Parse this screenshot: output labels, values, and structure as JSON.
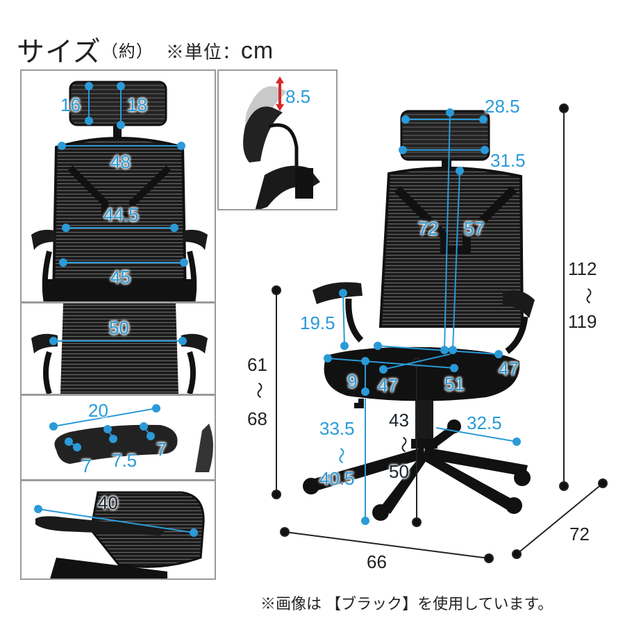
{
  "title": {
    "main": "サイズ",
    "approx": "（約）",
    "unit_prefix": "※単位：",
    "unit": "cm"
  },
  "panels": {
    "front": {
      "headrest_h_left": "16",
      "headrest_h_right": "18",
      "back_width_top": "48",
      "back_width_mid": "44.5",
      "back_width_bottom": "45"
    },
    "headrest_adjust": {
      "lift": "8.5"
    },
    "armrest_width": {
      "value": "50"
    },
    "armpad": {
      "length": "20",
      "w1": "7",
      "w2": "7.5",
      "w3": "7"
    },
    "armrest_depth": {
      "value": "40"
    }
  },
  "main": {
    "headrest_width_top": "28.5",
    "headrest_width_bottom": "31.5",
    "back_height_outer": "72",
    "back_height_inner": "57",
    "arm_height": "19.5",
    "seat_height_min": "61",
    "seat_height_max": "68",
    "seat_thickness": "9",
    "seat_depth": "47",
    "seat_width": "51",
    "seat_width_front": "47",
    "seat_floor_min": "33.5",
    "seat_floor_max": "40.5",
    "seat_to_floor_min": "43",
    "seat_to_floor_max": "50",
    "base_leg": "32.5",
    "total_height_min": "112",
    "total_height_max": "119",
    "width": "66",
    "depth": "72"
  },
  "range_sep": "～",
  "footnote": "※画像は 【ブラック】を使用しています。"
}
